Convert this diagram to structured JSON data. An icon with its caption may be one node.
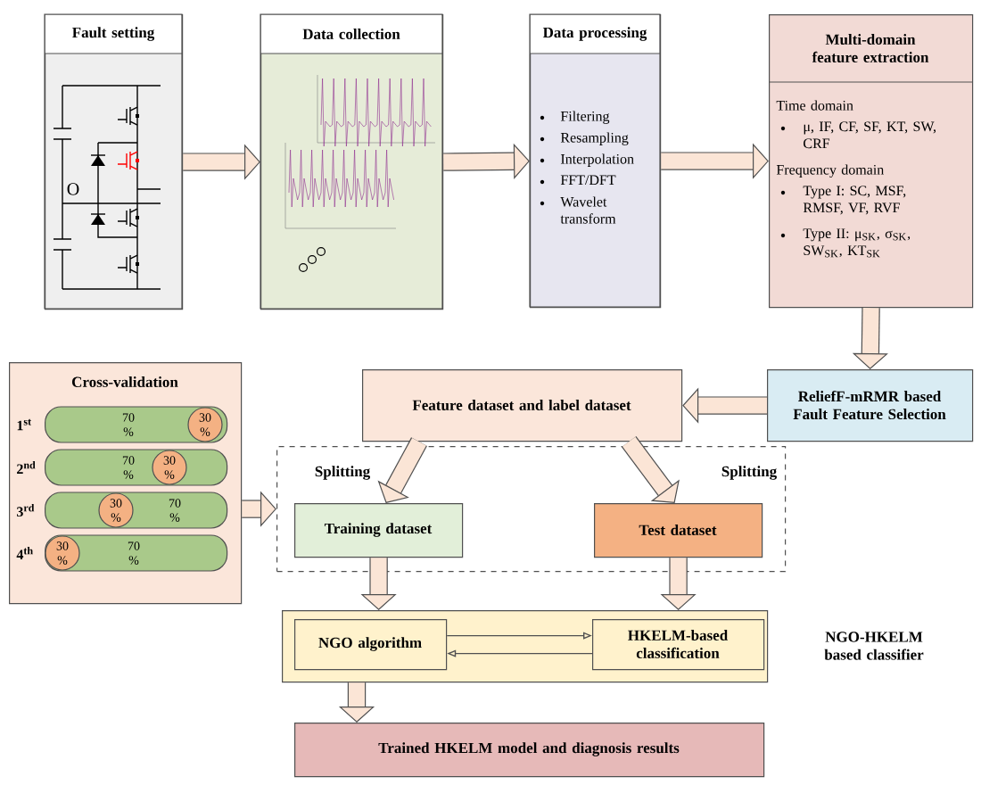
{
  "diagram": {
    "nodes": [
      {
        "text": [
          "Fault setting"
        ]
      },
      {
        "text": [
          "Data collection"
        ]
      },
      {
        "text": [
          "Data processing",
          "Filtering",
          "Resampling",
          "Interpolation",
          "FFT/DFT",
          "Wavelet transform"
        ]
      },
      {
        "text": [
          "Multi-domain feature extraction",
          "Time domain",
          "μ, IF, CF, SF, KT, SW, CRF",
          "Frequency domain",
          "Type I: SC, MSF, RMSF, VF, RVF",
          "Type II: μ$_{SK}$, σ$_{SK}$, SW$_{SK}$, KT$_{SK}$"
        ]
      },
      {
        "text": [
          "ReliefF-mRMR based Fault Feature Selection"
        ]
      },
      {
        "text": [
          "Feature dataset and label dataset"
        ]
      },
      {
        "text": [
          "Cross-validation"
        ]
      },
      {
        "text": [
          "70 %"
        ],
        "in": 6,
        "beside": [
          "1$^{st}$"
        ]
      },
      {
        "text": [
          "30 %"
        ],
        "in": 7
      },
      {
        "text": [
          "70 %"
        ],
        "in": 6,
        "beside": [
          "2$^{nd}$"
        ]
      },
      {
        "text": [
          "30 %"
        ],
        "in": 9
      },
      {
        "text": [
          "70 %"
        ],
        "in": 6,
        "beside": [
          "3$^{rd}$"
        ]
      },
      {
        "text": [
          "30 %"
        ],
        "in": 11
      },
      {
        "text": [
          "70 %"
        ],
        "in": 6,
        "beside": [
          "4$^{th}$"
        ]
      },
      {
        "text": [
          "30 %"
        ],
        "in": 13
      },
      {
        "text": [],
        "shape": "box"
      },
      {
        "text": [
          "Training dataset"
        ],
        "in": 15
      },
      {
        "text": [
          "Test dataset"
        ],
        "in": 15
      },
      {
        "text": [],
        "shape": "box",
        "beside": [
          "NGO-HKELM based classifier"
        ]
      },
      {
        "text": [
          "NGO algorithm"
        ],
        "in": 18
      },
      {
        "text": [
          "HKELM-based classification"
        ],
        "in": 18
      },
      {
        "text": [
          "Trained HKELM model and diagnosis results"
        ]
      }
    ],
    "edges": [
      {
        "from": 0,
        "to": 1,
        "arrow": "to"
      },
      {
        "from": 1,
        "to": 2,
        "arrow": "to"
      },
      {
        "from": 2,
        "to": 3,
        "arrow": "to"
      },
      {
        "from": 3,
        "to": 4,
        "arrow": "to"
      },
      {
        "from": 4,
        "to": 5,
        "arrow": "to"
      },
      {
        "from": 5,
        "to": 16,
        "arrow": "to",
        "label": "Splitting"
      },
      {
        "from": 5,
        "to": 17,
        "arrow": "to",
        "label": "Splitting"
      },
      {
        "from": 6,
        "to": 15,
        "arrow": "to"
      },
      {
        "from": 16,
        "to": 18,
        "arrow": "to"
      },
      {
        "from": 17,
        "to": 18,
        "arrow": "to"
      },
      {
        "from": 18,
        "to": 21,
        "arrow": "to"
      },
      {
        "from": 19,
        "to": 20,
        "arrow": "to"
      },
      {
        "from": 20,
        "to": 19,
        "arrow": "to"
      }
    ],
    "labels": [
      "O"
    ]
  }
}
